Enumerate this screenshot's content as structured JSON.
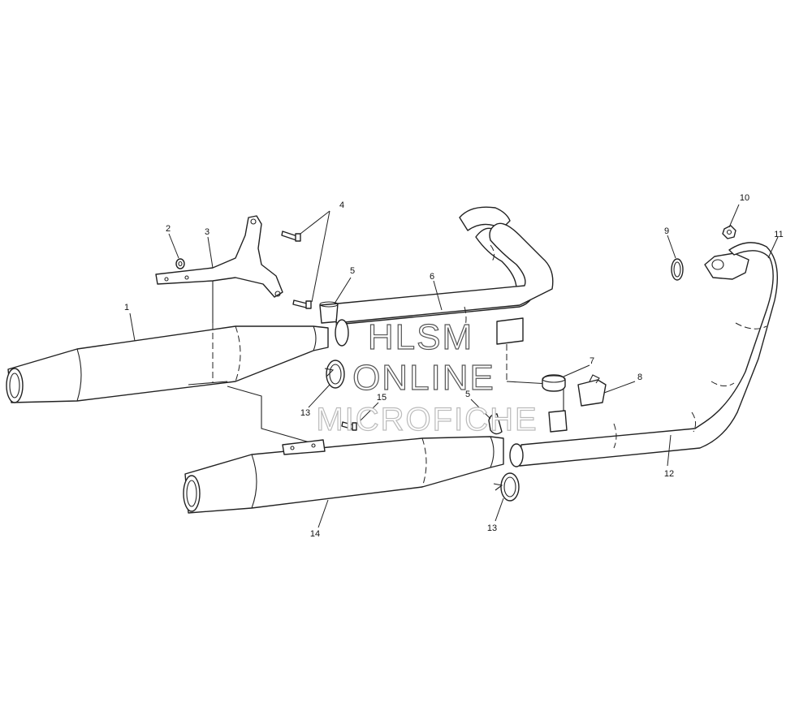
{
  "callouts": [
    {
      "id": "c1",
      "label": "1"
    },
    {
      "id": "c2",
      "label": "2"
    },
    {
      "id": "c3",
      "label": "3"
    },
    {
      "id": "c4",
      "label": "4"
    },
    {
      "id": "c5a",
      "label": "5"
    },
    {
      "id": "c5b",
      "label": "5"
    },
    {
      "id": "c6",
      "label": "6"
    },
    {
      "id": "c7",
      "label": "7"
    },
    {
      "id": "c8",
      "label": "8"
    },
    {
      "id": "c9",
      "label": "9"
    },
    {
      "id": "c10",
      "label": "10"
    },
    {
      "id": "c11",
      "label": "11"
    },
    {
      "id": "c12",
      "label": "12"
    },
    {
      "id": "c13a",
      "label": "13"
    },
    {
      "id": "c13b",
      "label": "13"
    },
    {
      "id": "c14",
      "label": "14"
    },
    {
      "id": "c15",
      "label": "15"
    }
  ],
  "watermark": {
    "line1": "HLSM",
    "line2": "ONLINE",
    "line3": "MICROFICHE"
  }
}
